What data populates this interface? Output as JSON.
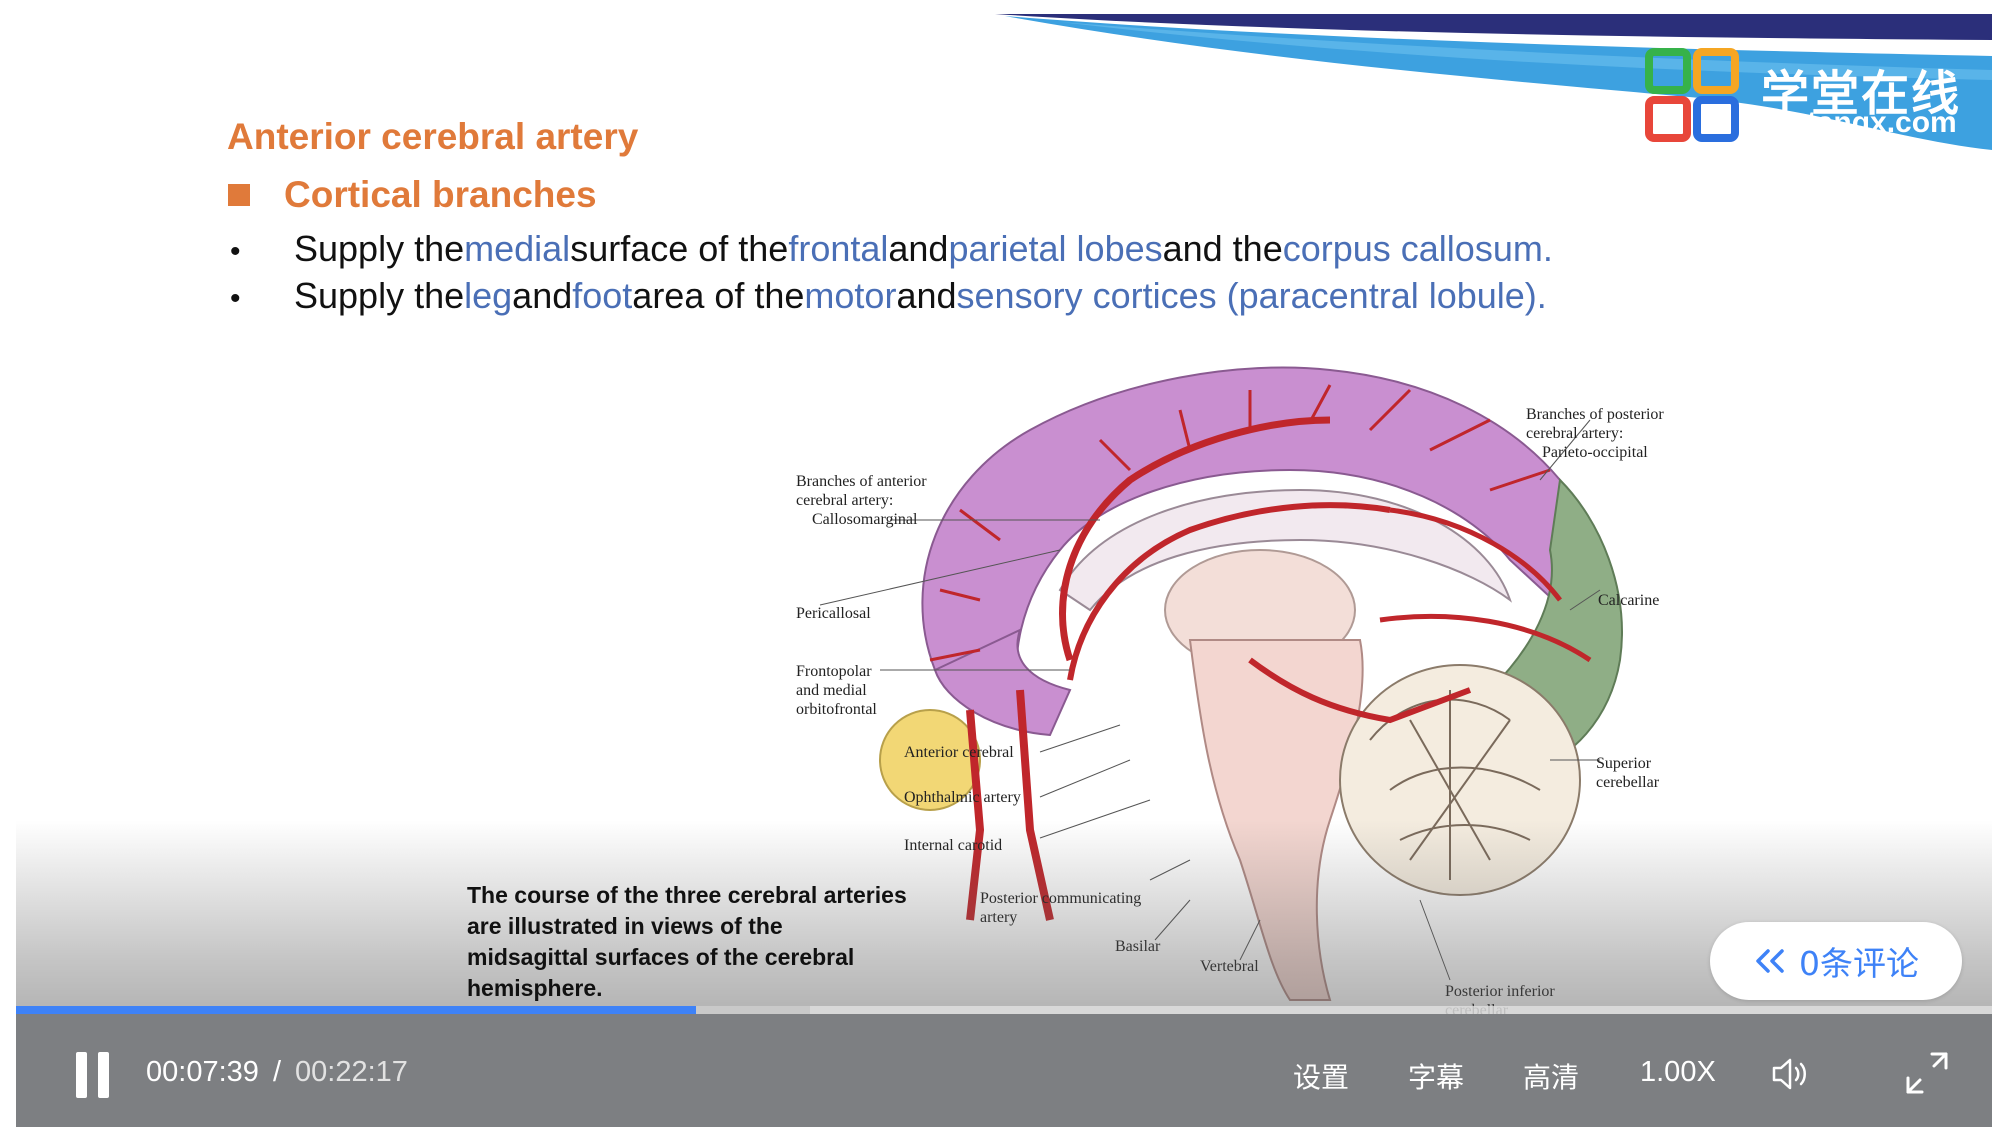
{
  "brand": {
    "logo_text": "学堂在线",
    "logo_url": "xuetangx.com"
  },
  "slide": {
    "title": "Anterior cerebral artery",
    "subtitle": "Cortical branches",
    "bullet_1": {
      "p1": "Supply the ",
      "p2": "medial",
      "p3": " surface of the ",
      "p4": "frontal",
      "p5": " and ",
      "p6": "parietal lobes",
      "p7": " and the ",
      "p8": "corpus callosum."
    },
    "bullet_2": {
      "p1": "Supply the ",
      "p2": "leg",
      "p3": " and ",
      "p4": "foot",
      "p5": " area of the ",
      "p6": "motor",
      "p7": " and ",
      "p8": "sensory cortices (paracentral lobule)."
    },
    "bullet_symbol": "•",
    "caption": "The course of the three cerebral arteries are illustrated in views of the midsagittal surfaces of the cerebral hemisphere."
  },
  "figure_labels": {
    "aca_branches": "Branches of anterior",
    "aca_branches_2": "cerebral artery:",
    "callosomarginal": "Callosomarginal",
    "pericallosal": "Pericallosal",
    "frontopolar_1": "Frontopolar",
    "frontopolar_2": "and medial",
    "frontopolar_3": "orbitofrontal",
    "anterior_cerebral": "Anterior cerebral",
    "ophthalmic": "Ophthalmic artery",
    "internal_carotid": "Internal carotid",
    "posterior_comm_1": "Posterior communicating",
    "posterior_comm_2": "artery",
    "basilar": "Basilar",
    "vertebral": "Vertebral",
    "pca_branches_1": "Branches of posterior",
    "pca_branches_2": "cerebral artery:",
    "parieto_occipital": "Parieto-occipital",
    "calcarine": "Calcarine",
    "superior_cerebellar_1": "Superior",
    "superior_cerebellar_2": "cerebellar",
    "posterior_inferior_1": "Posterior inferior",
    "posterior_inferior_2": "cerebellar"
  },
  "player": {
    "time_current": "00:07:39",
    "time_separator": "/",
    "time_total": "00:22:17",
    "progress_fraction": 0.344,
    "buffered_fraction": 0.402,
    "settings_label": "设置",
    "subtitles_label": "字幕",
    "quality_label": "高清",
    "speed_label": "1.00X",
    "comments_label": "0条评论",
    "accent_color": "#3e82f7",
    "icons": [
      "pause-icon",
      "volume-icon",
      "fullscreen-icon",
      "chevron-left-double-icon"
    ]
  },
  "colors": {
    "title_orange": "#e07a3a",
    "highlight_blue": "#4a6fb6",
    "banner_navy": "#2b2f7a",
    "banner_blue": "#3da1e0"
  }
}
